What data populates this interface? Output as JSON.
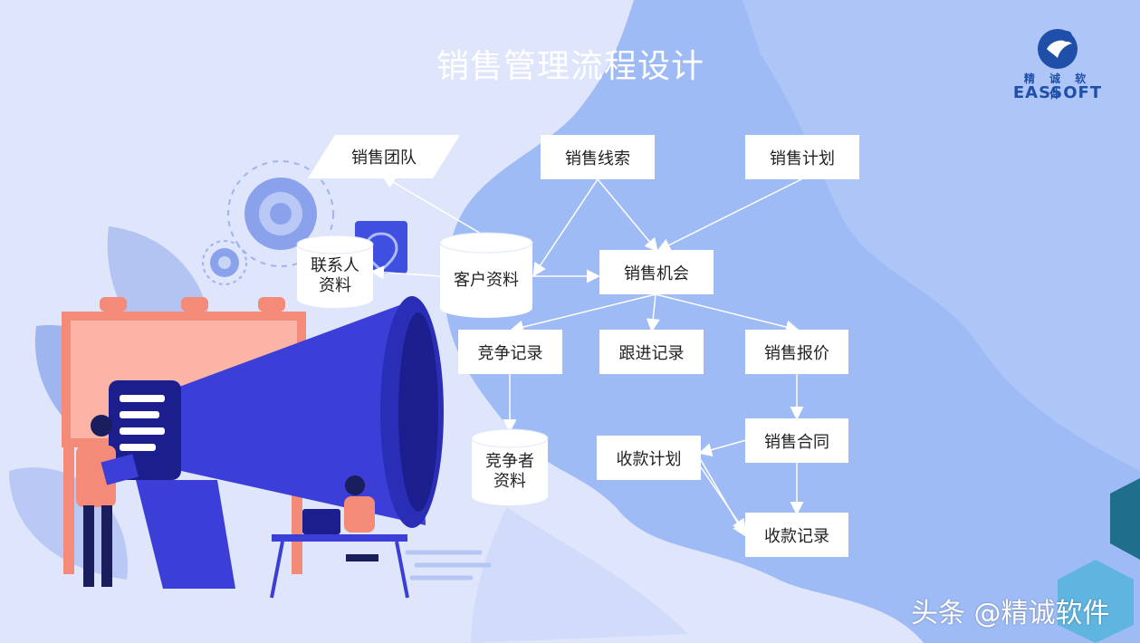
{
  "title": "销售管理流程设计",
  "logo": {
    "cn": "精 诚 软 件",
    "en": "EASSOFT"
  },
  "watermark": "头条 @精诚软件",
  "nodes": {
    "sales_team": "销售团队",
    "sales_leads": "销售线索",
    "sales_plan": "销售计划",
    "contacts": "联系人\n资料",
    "customers": "客户资料",
    "opportunity": "销售机会",
    "competition": "竞争记录",
    "followup": "跟进记录",
    "quotation": "销售报价",
    "competitors": "竞争者\n资料",
    "contract": "销售合同",
    "payment_plan": "收款计划",
    "payment_record": "收款记录"
  },
  "colors": {
    "background": "#dfe6fb",
    "wave_blue": "#8fb0f3",
    "megaphone": "#3b3fd8",
    "accent_coral": "#f48a78",
    "logo_blue": "#1f4fa8"
  }
}
